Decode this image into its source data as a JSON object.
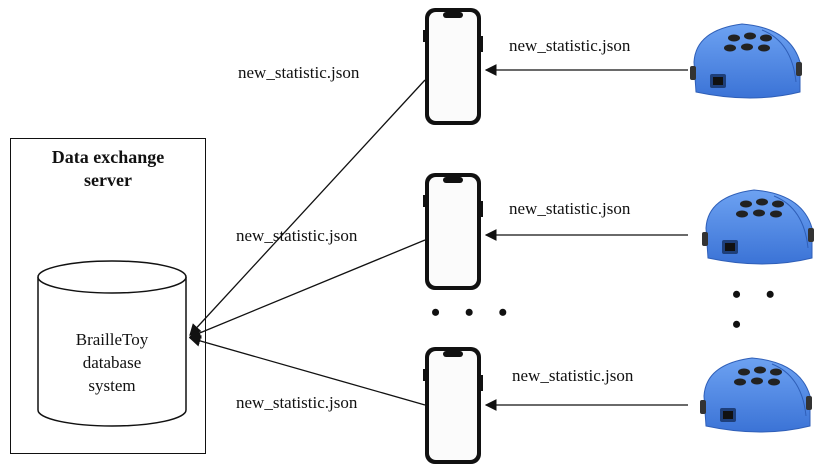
{
  "server": {
    "title_line1": "Data exchange",
    "title_line2": "server",
    "db_line1": "BrailleToy",
    "db_line2": "database",
    "db_line3": "system"
  },
  "labels": {
    "phone_to_server_1": "new_statistic.json",
    "phone_to_server_2": "new_statistic.json",
    "phone_to_server_3": "new_statistic.json",
    "toy_to_phone_1": "new_statistic.json",
    "toy_to_phone_2": "new_statistic.json",
    "toy_to_phone_3": "new_statistic.json"
  },
  "ellipsis": {
    "phones": "• • •",
    "toys": "• • •"
  },
  "colors": {
    "toy_body": "#4a86e8",
    "toy_dark": "#2f5fb8",
    "stroke": "#111111"
  }
}
